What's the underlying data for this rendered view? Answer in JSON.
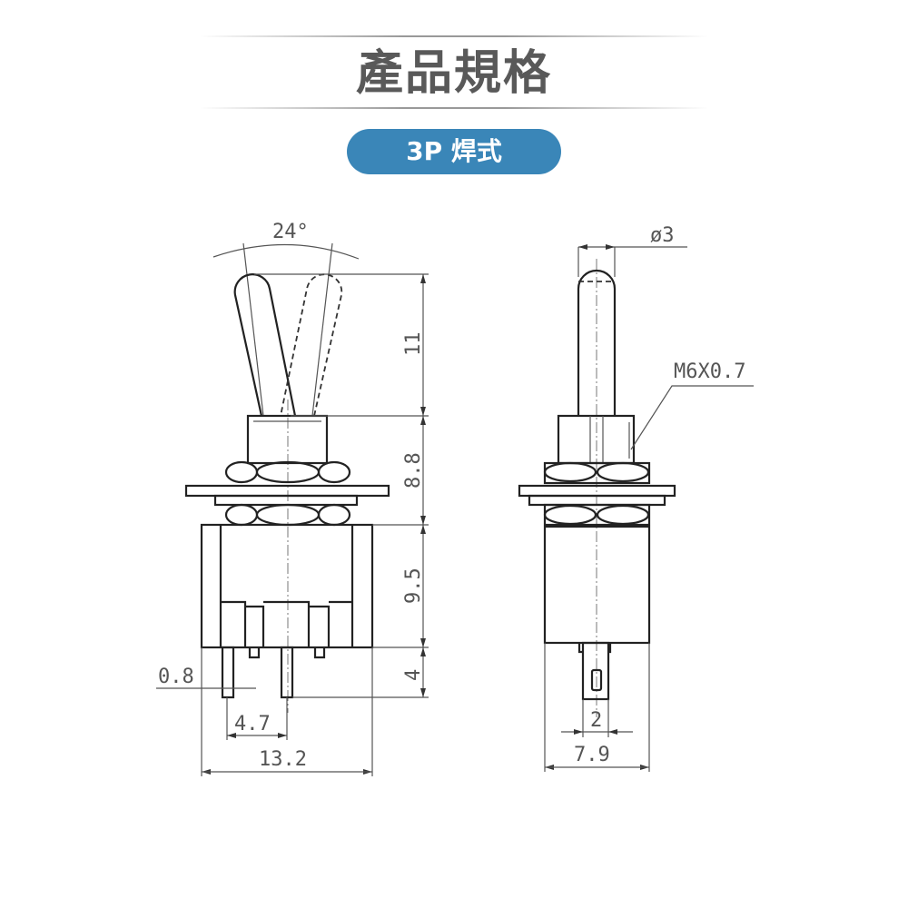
{
  "header": {
    "title": "產品規格",
    "badge": "3P 焊式",
    "badge_color": "#3a86b8"
  },
  "diagram": {
    "side_view": {
      "angle": "24°",
      "height_lever": "11",
      "height_bushing": "8.8",
      "height_body": "9.5",
      "height_pin": "4",
      "pin_width": "0.8",
      "pin_pitch": "4.7",
      "body_width": "13.2"
    },
    "front_view": {
      "lever_diameter": "ø3",
      "thread": "M6X0.7",
      "pin_width": "2",
      "body_width": "7.9"
    }
  }
}
